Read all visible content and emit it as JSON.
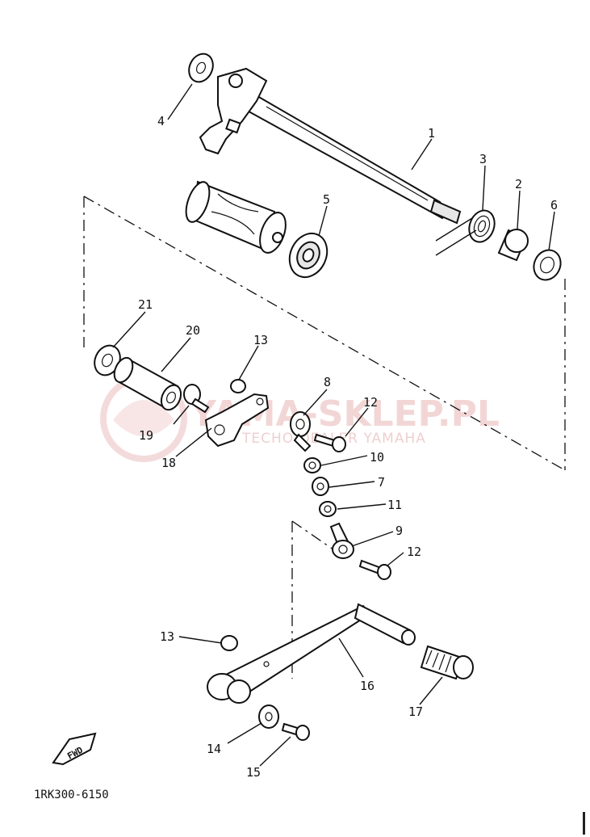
{
  "diagram": {
    "callouts": [
      {
        "id": "1",
        "text": "1"
      },
      {
        "id": "2",
        "text": "2"
      },
      {
        "id": "3",
        "text": "3"
      },
      {
        "id": "4",
        "text": "4"
      },
      {
        "id": "5",
        "text": "5"
      },
      {
        "id": "6",
        "text": "6"
      },
      {
        "id": "7",
        "text": "7"
      },
      {
        "id": "8",
        "text": "8"
      },
      {
        "id": "9",
        "text": "9"
      },
      {
        "id": "10",
        "text": "10"
      },
      {
        "id": "11",
        "text": "11"
      },
      {
        "id": "12a",
        "text": "12"
      },
      {
        "id": "12b",
        "text": "12"
      },
      {
        "id": "13a",
        "text": "13"
      },
      {
        "id": "13b",
        "text": "13"
      },
      {
        "id": "14",
        "text": "14"
      },
      {
        "id": "15",
        "text": "15"
      },
      {
        "id": "16",
        "text": "16"
      },
      {
        "id": "17",
        "text": "17"
      },
      {
        "id": "18",
        "text": "18"
      },
      {
        "id": "19",
        "text": "19"
      },
      {
        "id": "20",
        "text": "20"
      },
      {
        "id": "21",
        "text": "21"
      }
    ],
    "fwd_label": "FWD",
    "drawing_code": "1RK300-6150"
  },
  "watermark": {
    "brand": "YAMA-SKLEP.PL",
    "tagline": "TECHO DEALER YAMAHA"
  },
  "colors": {
    "ink": "#111111",
    "watermark": "#e6a9a9"
  }
}
